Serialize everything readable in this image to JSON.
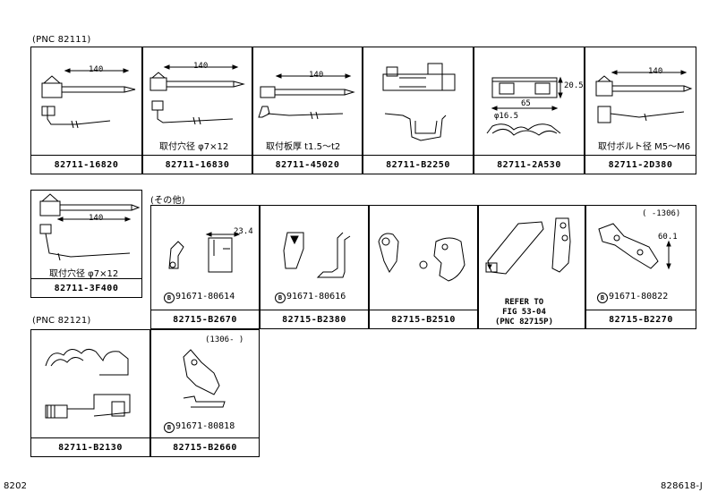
{
  "sections": {
    "pnc1": "(PNC 82111)",
    "others": "(その他)",
    "pnc2": "(PNC 82121)"
  },
  "parts": [
    {
      "pn": "82711-16820",
      "dim": "140",
      "note": ""
    },
    {
      "pn": "82711-16830",
      "dim": "140",
      "note": "取付穴径 φ7×12"
    },
    {
      "pn": "82711-45020",
      "dim": "140",
      "note": "取付板厚 t1.5～t2"
    },
    {
      "pn": "82711-B2250",
      "dim": "",
      "note": ""
    },
    {
      "pn": "82711-2A530",
      "dim": "65",
      "dim2": "20.5",
      "dim3": "φ16.5",
      "note": ""
    },
    {
      "pn": "82711-2D380",
      "dim": "140",
      "note": "取付ボルト径 M5～M6"
    },
    {
      "pn": "82711-3F400",
      "dim": "140",
      "note": "取付穴径 φ7×12"
    },
    {
      "pn": "82715-B2670",
      "dim": "23.4",
      "sub": "91671-80614"
    },
    {
      "pn": "82715-B2380",
      "sub": "91671-80616"
    },
    {
      "pn": "82715-B2510"
    },
    {
      "pn": "",
      "refer": [
        "REFER TO",
        "FIG 53-04",
        "(PNC 82715P)"
      ]
    },
    {
      "pn": "82715-B2270",
      "dim": "60.1",
      "sub": "91671-80822",
      "date": "(    -1306)"
    },
    {
      "pn": "82711-B2130"
    },
    {
      "pn": "82715-B2660",
      "sub": "91671-80818",
      "date": "(1306-    )"
    }
  ],
  "badge_letter": "B",
  "footer": {
    "left": "8202",
    "right": "828618-J"
  }
}
